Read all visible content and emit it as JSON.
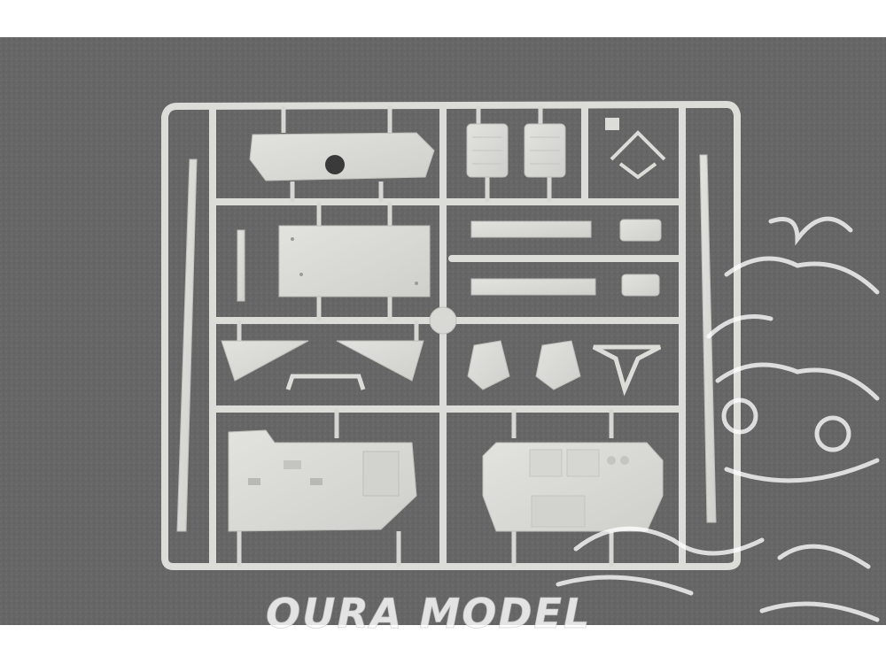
{
  "photo": {
    "subject": "plastic-model-sprue",
    "background_color": "#666666",
    "plastic_color": "#dcdcd8",
    "frame_border_color": "#ffffff"
  },
  "watermark": {
    "text": "OURA MODEL",
    "logo": "mascot-face-watermark"
  }
}
